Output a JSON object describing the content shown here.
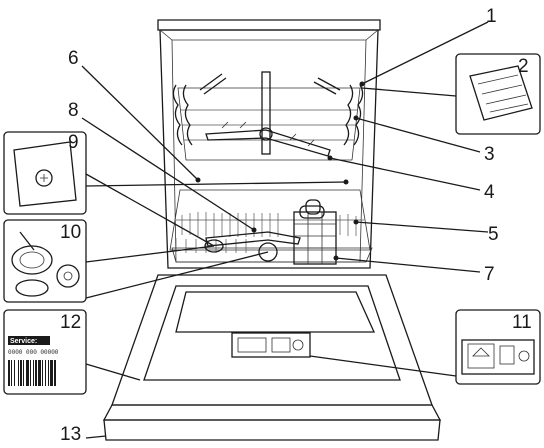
{
  "callouts": [
    {
      "id": "1",
      "label": "1"
    },
    {
      "id": "2",
      "label": "2"
    },
    {
      "id": "3",
      "label": "3"
    },
    {
      "id": "4",
      "label": "4"
    },
    {
      "id": "5",
      "label": "5"
    },
    {
      "id": "6",
      "label": "6"
    },
    {
      "id": "7",
      "label": "7"
    },
    {
      "id": "8",
      "label": "8"
    },
    {
      "id": "9",
      "label": "9"
    },
    {
      "id": "10",
      "label": "10"
    },
    {
      "id": "11",
      "label": "11"
    },
    {
      "id": "12",
      "label": "12"
    },
    {
      "id": "13",
      "label": "13"
    }
  ],
  "service_label": {
    "title": "Service:",
    "code": "0000 000 00000"
  },
  "colors": {
    "line": "#1a1a1a",
    "fill_light": "#e6e6e6",
    "fill_mid": "#cfcfcf",
    "fill_dark": "#9a9a9a"
  }
}
